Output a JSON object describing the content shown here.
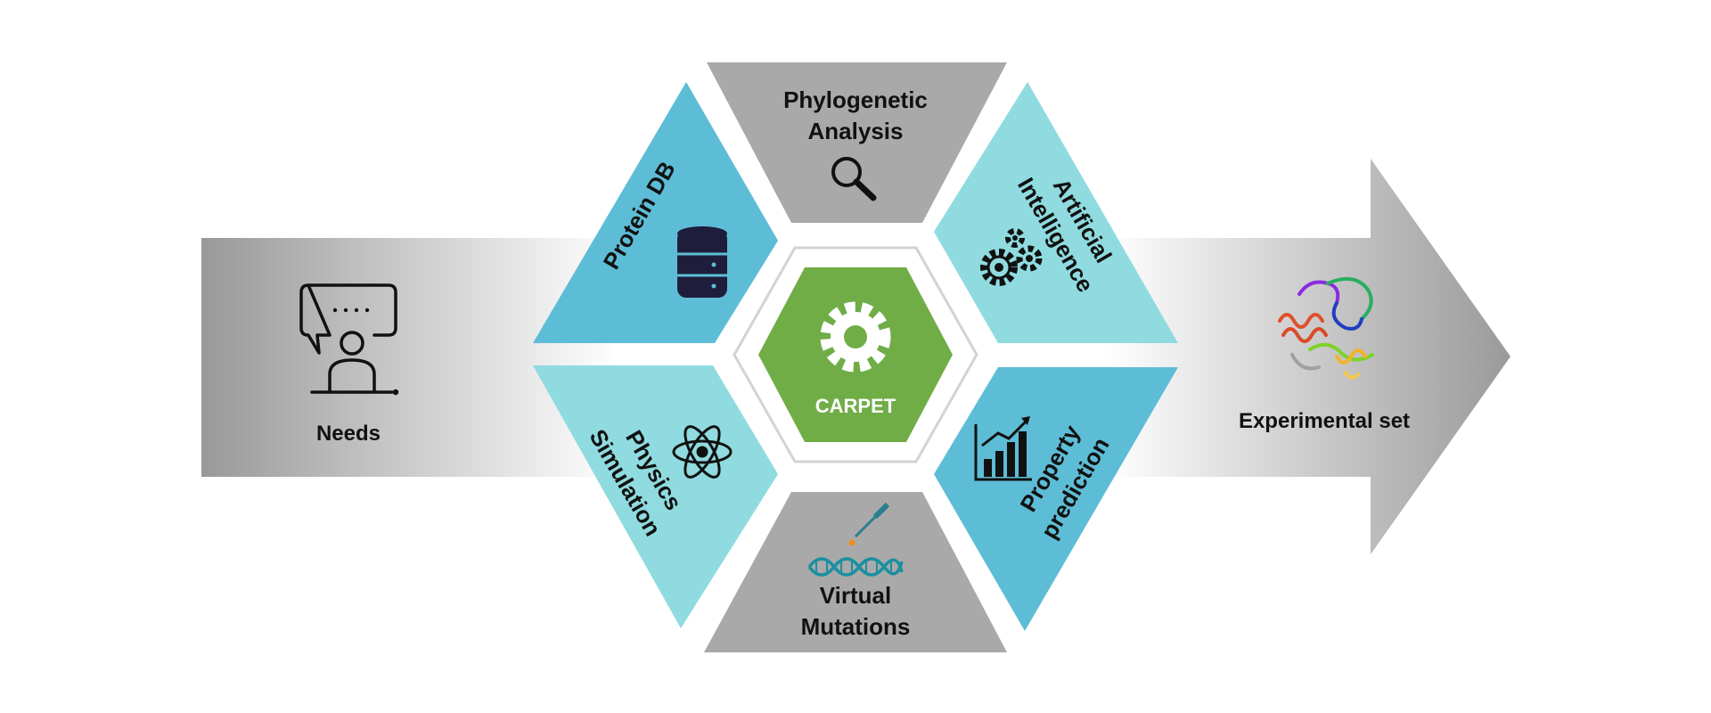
{
  "colors": {
    "teal_dark": "#5ebdd6",
    "teal_light": "#8fdbdf",
    "gray_segment": "#a9a9a9",
    "carpet_green": "#70ad47",
    "arrow_gray_dark": "#999999",
    "arrow_gray_light": "#ffffff",
    "label_text": "#111111"
  },
  "left_panel": {
    "label": "Needs",
    "icon": "person-speech-bubble-icon"
  },
  "right_arrow": {
    "label": "Experimental set",
    "icon": "protein-structure-icon"
  },
  "center": {
    "label": "CARPET",
    "icon": "gear-icon"
  },
  "segments": {
    "top": {
      "line1": "Phylogenetic",
      "line2": "Analysis",
      "icon": "magnifier-icon"
    },
    "upper_left": {
      "line1": "Protein DB",
      "icon": "database-icon"
    },
    "upper_right": {
      "line1": "Artificial",
      "line2": "Intelligence",
      "icon": "gears-icon"
    },
    "lower_left": {
      "line1": "Physics",
      "line2": "Simulation",
      "icon": "atom-icon"
    },
    "lower_right": {
      "line1": "Property",
      "line2": "prediction",
      "icon": "bar-chart-icon"
    },
    "bottom": {
      "line1": "Virtual",
      "line2": "Mutations",
      "icon": "dna-syringe-icon"
    }
  }
}
